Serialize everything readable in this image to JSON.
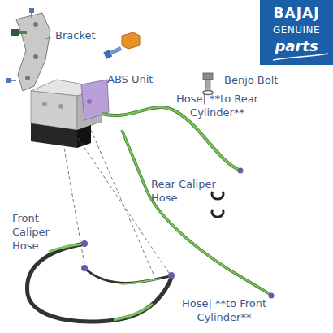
{
  "diagram": {
    "nodes": [
      {
        "text": [
          "BAJAJ",
          "GENUINE",
          "parts"
        ]
      }
    ],
    "labels": [
      "Bracket",
      "ABS Unit",
      "Benjo Bolt",
      "Hose| **to Rear Cylinder**",
      "Rear Caliper Hose",
      "Front Caliper Hose",
      "Hose| **to Front Cylinder**"
    ]
  }
}
